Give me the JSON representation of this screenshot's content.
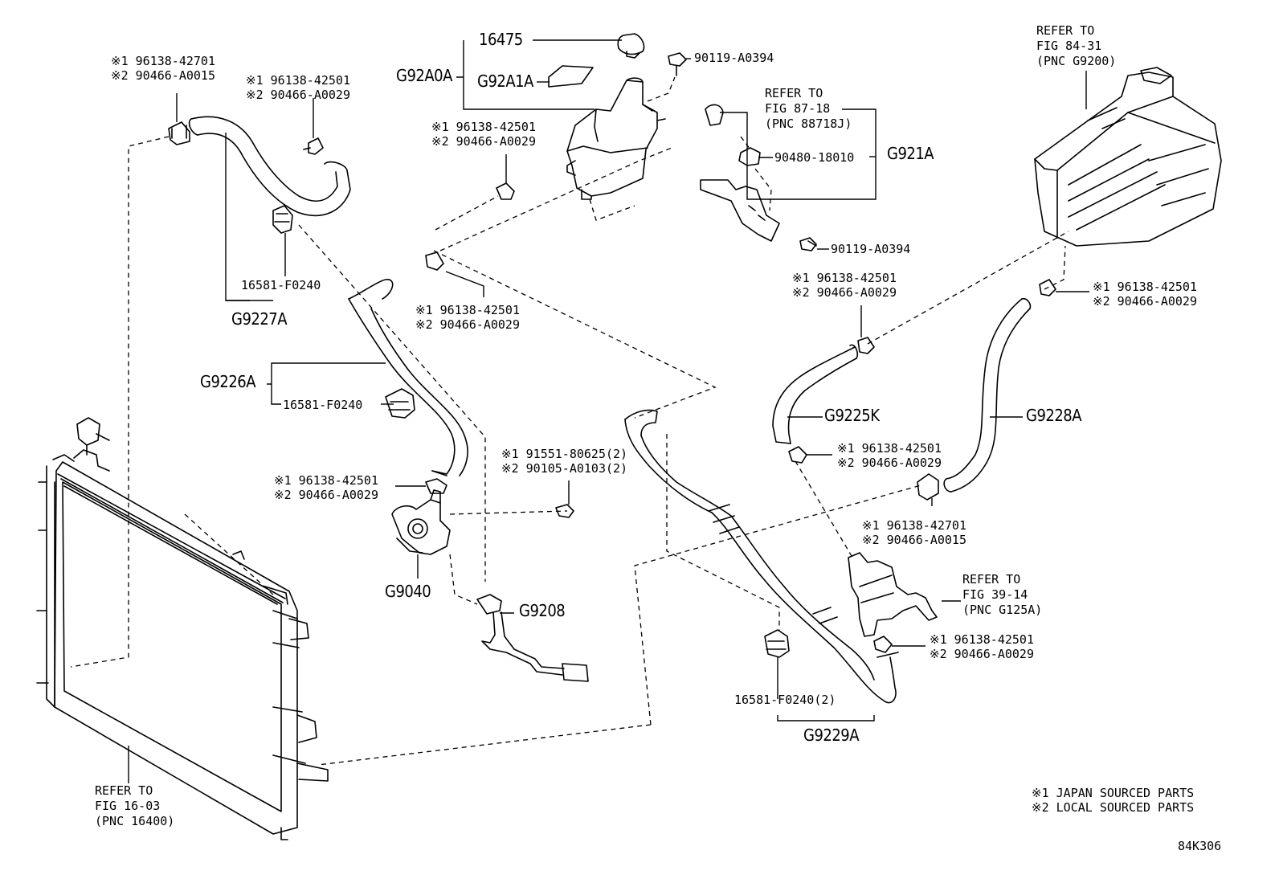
{
  "labels": {
    "p16475": "16475",
    "g92a0a": "G92A0A",
    "g92a1a": "G92A1A",
    "b90119a": "90119-A0394",
    "b90119b": "90119-A0394",
    "g9227a": "G9227A",
    "g9226a": "G9226A",
    "g921a": "G921A",
    "g9225k": "G9225K",
    "g9228a": "G9228A",
    "g9040": "G9040",
    "g9208": "G9208",
    "g9229a": "G9229A",
    "p16581a": "16581-F0240",
    "p16581b": "16581-F0240",
    "p16581c": "16581-F0240(2)",
    "p90480": "90480-18010"
  },
  "clamp_callouts": [
    {
      "id": "c1",
      "line1": "※1 96138-42701",
      "line2": "※2 90466-A0015"
    },
    {
      "id": "c2",
      "line1": "※1 96138-42501",
      "line2": "※2 90466-A0029"
    },
    {
      "id": "c3",
      "line1": "※1 96138-42501",
      "line2": "※2 90466-A0029"
    },
    {
      "id": "c4",
      "line1": "※1 96138-42501",
      "line2": "※2 90466-A0029"
    },
    {
      "id": "c5",
      "line1": "※1 96138-42501",
      "line2": "※2 90466-A0029"
    },
    {
      "id": "c6",
      "line1": "※1 96138-42501",
      "line2": "※2 90466-A0029"
    },
    {
      "id": "c7",
      "line1": "※1 91551-80625(2)",
      "line2": "※2 90105-A0103(2)"
    },
    {
      "id": "c8",
      "line1": "※1 96138-42501",
      "line2": "※2 90466-A0029"
    },
    {
      "id": "c9",
      "line1": "※1 96138-42501",
      "line2": "※2 90466-A0029"
    },
    {
      "id": "c10",
      "line1": "※1 96138-42701",
      "line2": "※2 90466-A0015"
    },
    {
      "id": "c11",
      "line1": "※1 96138-42501",
      "line2": "※2 90466-A0029"
    }
  ],
  "references": [
    {
      "id": "r1",
      "line1": "REFER TO",
      "line2": "FIG 84-31",
      "line3": "(PNC G9200)"
    },
    {
      "id": "r2",
      "line1": "REFER TO",
      "line2": "FIG 87-18",
      "line3": "(PNC 88718J)"
    },
    {
      "id": "r3",
      "line1": "REFER TO",
      "line2": "FIG 39-14",
      "line3": "(PNC G125A)"
    },
    {
      "id": "r4",
      "line1": "REFER TO",
      "line2": "FIG 16-03",
      "line3": "(PNC 16400)"
    }
  ],
  "legend": {
    "note1": "※1  JAPAN SOURCED PARTS",
    "note2": "※2  LOCAL SOURCED PARTS"
  },
  "diagram_code": "84K306"
}
